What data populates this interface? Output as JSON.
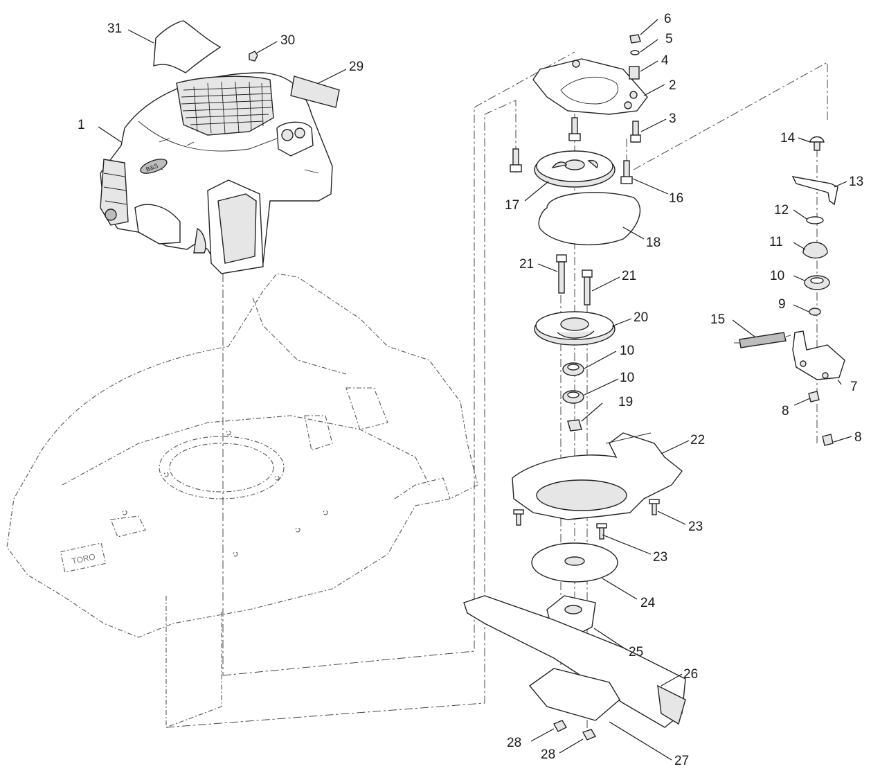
{
  "callouts": [
    {
      "id": "c1",
      "text": "1"
    },
    {
      "id": "c2",
      "text": "2"
    },
    {
      "id": "c3",
      "text": "3"
    },
    {
      "id": "c4",
      "text": "4"
    },
    {
      "id": "c5",
      "text": "5"
    },
    {
      "id": "c6",
      "text": "6"
    },
    {
      "id": "c7",
      "text": "7"
    },
    {
      "id": "c8a",
      "text": "8"
    },
    {
      "id": "c8b",
      "text": "8"
    },
    {
      "id": "c9",
      "text": "9"
    },
    {
      "id": "c10a",
      "text": "10"
    },
    {
      "id": "c10b",
      "text": "10"
    },
    {
      "id": "c10c",
      "text": "10"
    },
    {
      "id": "c11",
      "text": "11"
    },
    {
      "id": "c12",
      "text": "12"
    },
    {
      "id": "c13",
      "text": "13"
    },
    {
      "id": "c14",
      "text": "14"
    },
    {
      "id": "c15",
      "text": "15"
    },
    {
      "id": "c16",
      "text": "16"
    },
    {
      "id": "c17",
      "text": "17"
    },
    {
      "id": "c18",
      "text": "18"
    },
    {
      "id": "c19",
      "text": "19"
    },
    {
      "id": "c20",
      "text": "20"
    },
    {
      "id": "c21a",
      "text": "21"
    },
    {
      "id": "c21b",
      "text": "21"
    },
    {
      "id": "c22",
      "text": "22"
    },
    {
      "id": "c23a",
      "text": "23"
    },
    {
      "id": "c23b",
      "text": "23"
    },
    {
      "id": "c24",
      "text": "24"
    },
    {
      "id": "c25",
      "text": "25"
    },
    {
      "id": "c26",
      "text": "26"
    },
    {
      "id": "c27",
      "text": "27"
    },
    {
      "id": "c28a",
      "text": "28"
    },
    {
      "id": "c28b",
      "text": "28"
    },
    {
      "id": "c29",
      "text": "29"
    },
    {
      "id": "c30",
      "text": "30"
    },
    {
      "id": "c31",
      "text": "31"
    }
  ],
  "engine_logo_text": "B&S",
  "deck_logo_text": "TORO"
}
